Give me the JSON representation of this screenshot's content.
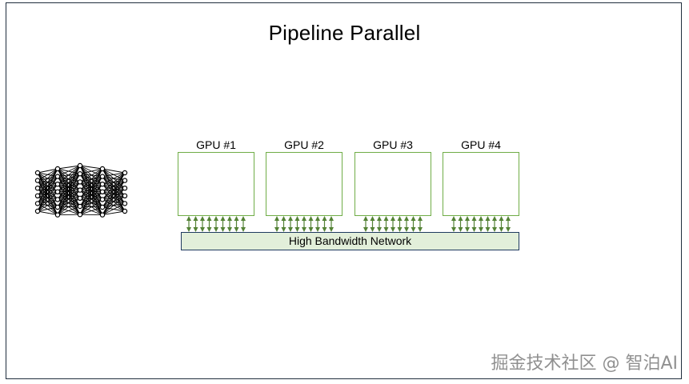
{
  "title": "Pipeline Parallel",
  "gpus": [
    {
      "label": "GPU #1"
    },
    {
      "label": "GPU #2"
    },
    {
      "label": "GPU #3"
    },
    {
      "label": "GPU #4"
    }
  ],
  "network": {
    "label": "High Bandwidth Network"
  },
  "watermark": "掘金技术社区 @ 智泊AI",
  "colors": {
    "gpu_border": "#70ad47",
    "network_fill": "#e2efda",
    "arrow": "#548235",
    "nn": "#000000"
  }
}
